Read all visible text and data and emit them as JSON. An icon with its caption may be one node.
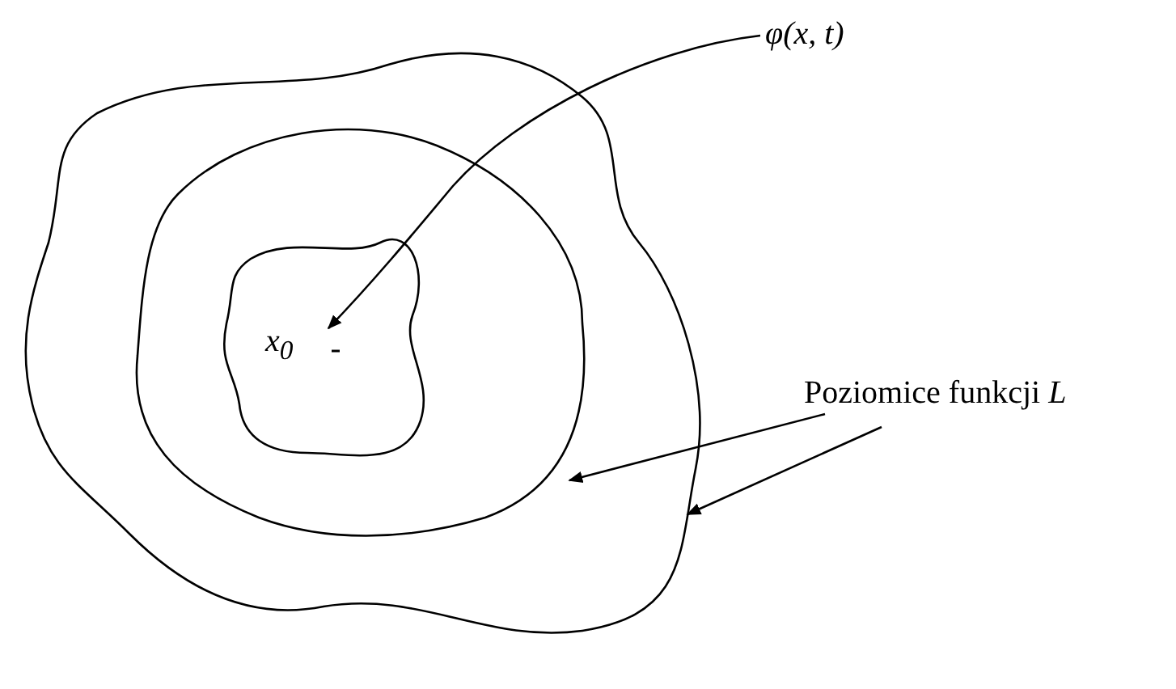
{
  "diagram": {
    "nodes": [
      {
        "text": [],
        "shape": "curve"
      },
      {
        "text": [],
        "shape": "curve",
        "in": 0
      },
      {
        "text": [],
        "shape": "curve",
        "in": 1
      },
      {
        "text": [
          "x$_{0}$"
        ],
        "in": 2
      },
      {
        "text": [
          "φ(x, t)"
        ]
      },
      {
        "text": [
          "Poziomice funkcji *L*"
        ]
      }
    ],
    "edges": [
      {
        "from": 4,
        "to": 3,
        "arrow": "to"
      },
      {
        "from": 5,
        "to": 1,
        "arrow": "to"
      },
      {
        "from": 5,
        "to": 0,
        "arrow": "to"
      }
    ]
  }
}
